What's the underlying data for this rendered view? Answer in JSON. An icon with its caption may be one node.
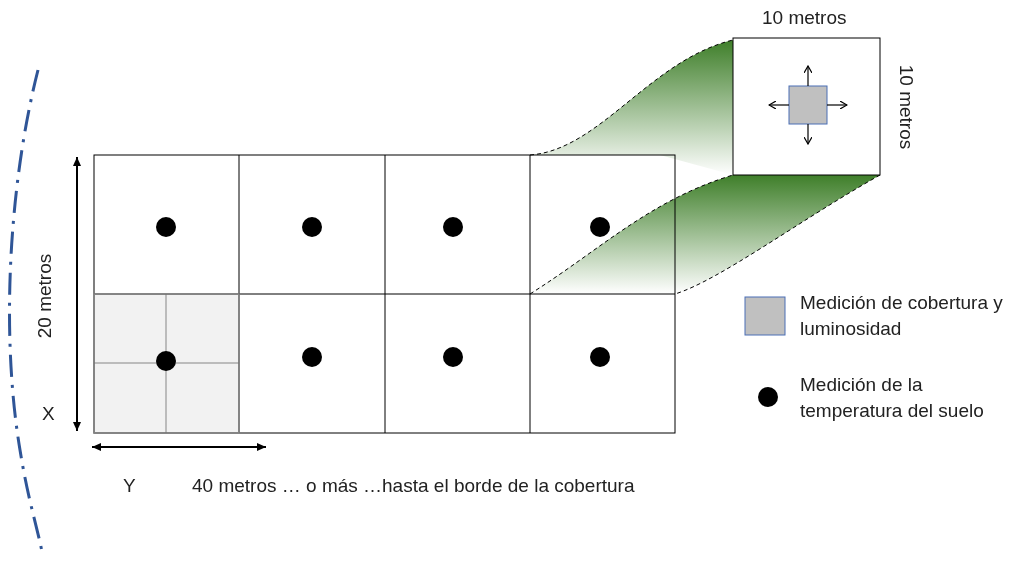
{
  "diagram": {
    "labels": [
      "10 metros",
      "10 metros",
      "20 metros",
      "X",
      "Y",
      "40 metros … o más …hasta el borde de la cobertura"
    ],
    "legend": [
      {
        "text": "Medición de cobertura y luminosidad",
        "color": "#c0c0c0"
      },
      {
        "text": "Medición de la temperatura del suelo"
      }
    ]
  }
}
